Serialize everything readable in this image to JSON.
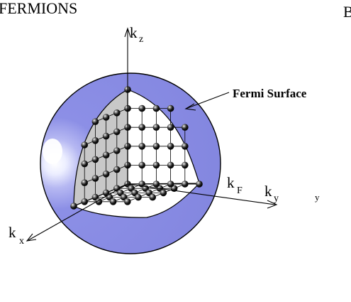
{
  "header": {
    "title": "FERMIONS",
    "edge_letter": "B"
  },
  "labels": {
    "fermi_surface": "Fermi Surface",
    "kz_main": "k",
    "kz_sub": "z",
    "ky_main": "k",
    "ky_sub": "y",
    "kx_main": "k",
    "kx_sub": "x",
    "kf_main": "k",
    "kf_sub": "F",
    "stray_y": "y"
  },
  "colors": {
    "sphere": "#8c8fe6",
    "sphere_highlight": "#ffffff",
    "back_wall": "#c8c8c8",
    "floor": "#ffffff",
    "grid": "#000000",
    "particle": "#000000"
  }
}
